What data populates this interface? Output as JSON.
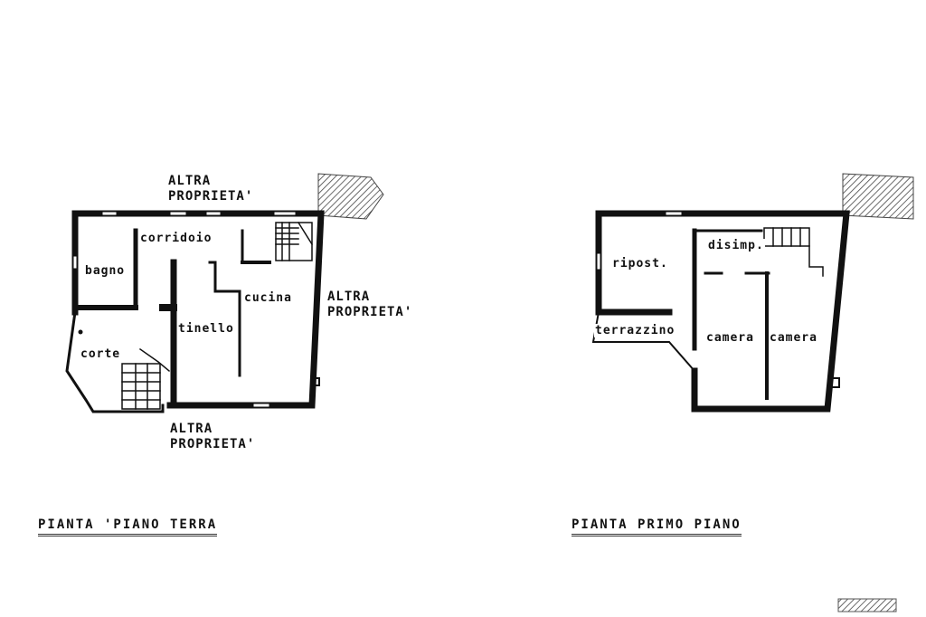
{
  "ground_floor": {
    "title": "PIANTA 'PIANO TERRA",
    "neighbor_top": [
      "ALTRA",
      "PROPRIETA'"
    ],
    "neighbor_right": [
      "ALTRA",
      "PROPRIETA'"
    ],
    "neighbor_bottom": [
      "ALTRA",
      "PROPRIETA'"
    ],
    "rooms": {
      "corridoio": "corridoio",
      "bagno": "bagno",
      "cucina": "cucina",
      "tinello": "tinello",
      "corte": "corte"
    }
  },
  "first_floor": {
    "title": "PIANTA PRIMO PIANO",
    "rooms": {
      "ripostiglio": "ripost.",
      "disimpegno": "disimp.",
      "terrazzino": "terrazzino",
      "camera_1": "camera",
      "camera_2": "camera"
    }
  },
  "colors": {
    "wall": "#111111",
    "paper": "#ffffff",
    "hatch": "#444444"
  }
}
